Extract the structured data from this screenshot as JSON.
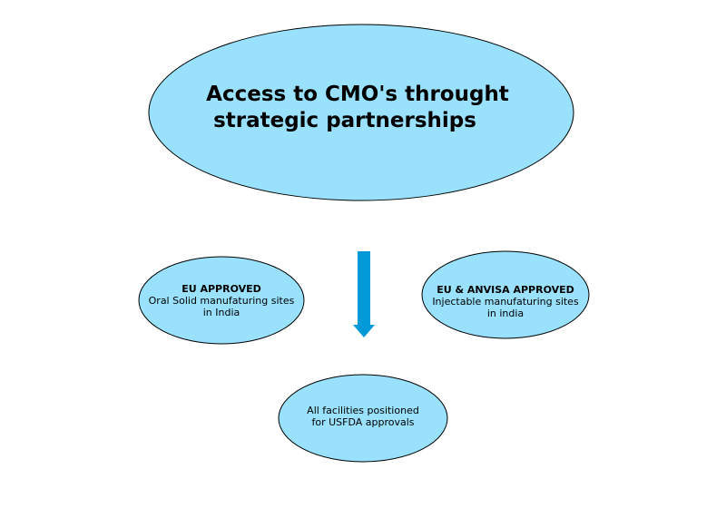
{
  "colors": {
    "ellipse_fill": "#99e1fc",
    "outline": "#000000",
    "arrow": "#0199d7"
  },
  "main": {
    "line1": "Access to CMO's  throught",
    "line2": "strategic partnerships"
  },
  "left": {
    "title": "EU APPROVED",
    "line1": "Oral Solid manufaturing sites",
    "line2": "in India"
  },
  "right": {
    "title": "EU & ANVISA APPROVED",
    "line1": "Injectable manufaturing sites",
    "line2": "in india"
  },
  "bottom": {
    "line1": "All facilities positioned",
    "line2": "for USFDA approvals"
  }
}
